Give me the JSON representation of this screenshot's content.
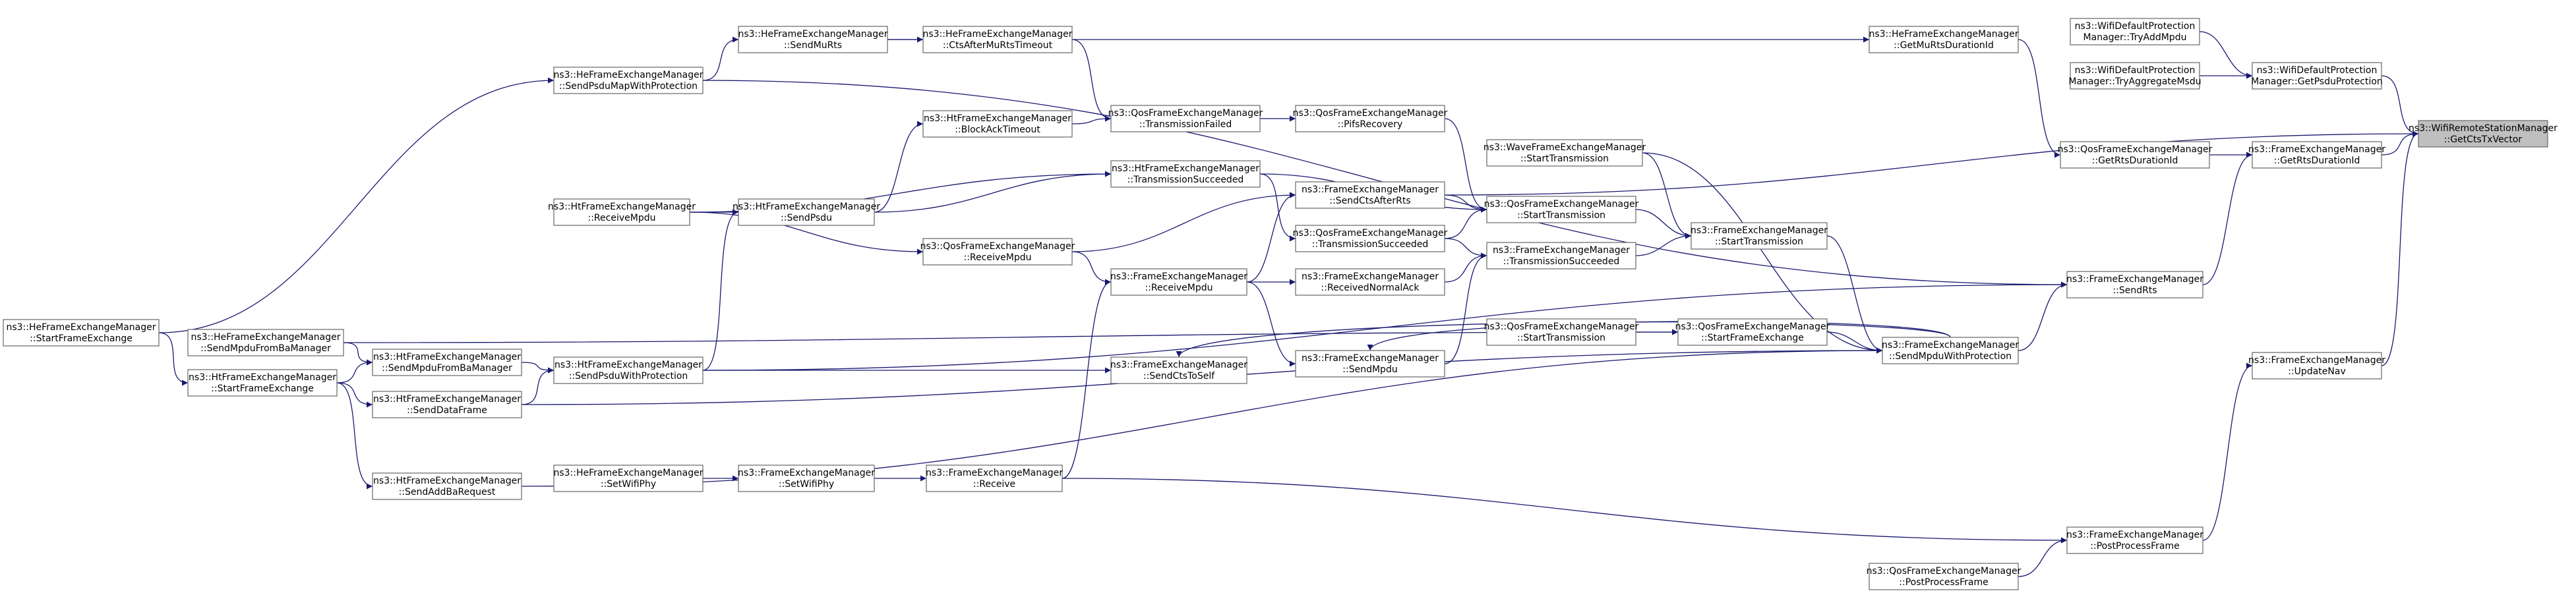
{
  "graph": {
    "nodes": [
      {
        "id": "n_getctstxvector",
        "target": true,
        "l1": "ns3::WifiRemoteStationManager",
        "l2": "::GetCtsTxVector"
      },
      {
        "id": "n_wdp_getpsdu",
        "l1": "ns3::WifiDefaultProtection",
        "l2": "Manager::GetPsduProtection"
      },
      {
        "id": "n_wdp_tryaddmpdu",
        "l1": "ns3::WifiDefaultProtection",
        "l2": "Manager::TryAddMpdu"
      },
      {
        "id": "n_wdp_tryaggr",
        "l1": "ns3::WifiDefaultProtection",
        "l2": "Manager::TryAggregateMsdu"
      },
      {
        "id": "n_fem_getrtsdur",
        "l1": "ns3::FrameExchangeManager",
        "l2": "::GetRtsDurationId"
      },
      {
        "id": "n_qfem_getrtsdur",
        "l1": "ns3::QosFrameExchangeManager",
        "l2": "::GetRtsDurationId"
      },
      {
        "id": "n_hefem_getmurtsdur",
        "l1": "ns3::HeFrameExchangeManager",
        "l2": "::GetMuRtsDurationId"
      },
      {
        "id": "n_fem_sendrts",
        "l1": "ns3::FrameExchangeManager",
        "l2": "::SendRts"
      },
      {
        "id": "n_fem_updatenav",
        "l1": "ns3::FrameExchangeManager",
        "l2": "::UpdateNav"
      },
      {
        "id": "n_fem_sendmpduwp",
        "l1": "ns3::FrameExchangeManager",
        "l2": "::SendMpduWithProtection"
      },
      {
        "id": "n_fem_postproc",
        "l1": "ns3::FrameExchangeManager",
        "l2": "::PostProcessFrame"
      },
      {
        "id": "n_qfem_postproc",
        "l1": "ns3::QosFrameExchangeManager",
        "l2": "::PostProcessFrame"
      },
      {
        "id": "n_wave_starttx",
        "l1": "ns3::WaveFrameExchangeManager",
        "l2": "::StartTransmission"
      },
      {
        "id": "n_fem_starttx",
        "l1": "ns3::FrameExchangeManager",
        "l2": "::StartTransmission"
      },
      {
        "id": "n_qfem_starttx",
        "l1": "ns3::QosFrameExchangeManager",
        "l2": "::StartTransmission"
      },
      {
        "id": "n_fem_txsucc",
        "l1": "ns3::FrameExchangeManager",
        "l2": "::TransmissionSucceeded"
      },
      {
        "id": "n_qfem_startfe",
        "l1": "ns3::QosFrameExchangeManager",
        "l2": "::StartFrameExchange"
      },
      {
        "id": "n_qfem_starttx2",
        "l1": "ns3::QosFrameExchangeManager",
        "l2": "::StartTransmission"
      },
      {
        "id": "n_fem_sendctsafterrts",
        "l1": "ns3::FrameExchangeManager",
        "l2": "::SendCtsAfterRts"
      },
      {
        "id": "n_qfem_txsucc",
        "l1": "ns3::QosFrameExchangeManager",
        "l2": "::TransmissionSucceeded"
      },
      {
        "id": "n_fem_recvnormalack",
        "l1": "ns3::FrameExchangeManager",
        "l2": "::ReceivedNormalAck"
      },
      {
        "id": "n_fem_sendmpdu",
        "l1": "ns3::FrameExchangeManager",
        "l2": "::SendMpdu"
      },
      {
        "id": "n_qfem_pifsrecovery",
        "l1": "ns3::QosFrameExchangeManager",
        "l2": "::PifsRecovery"
      },
      {
        "id": "n_qfem_txfailed",
        "l1": "ns3::QosFrameExchangeManager",
        "l2": "::TransmissionFailed"
      },
      {
        "id": "n_htfem_txsucc",
        "l1": "ns3::HtFrameExchangeManager",
        "l2": "::TransmissionSucceeded"
      },
      {
        "id": "n_fem_recvmpdu",
        "l1": "ns3::FrameExchangeManager",
        "l2": "::ReceiveMpdu"
      },
      {
        "id": "n_fem_sendctstoself",
        "l1": "ns3::FrameExchangeManager",
        "l2": "::SendCtsToSelf"
      },
      {
        "id": "n_hefem_ctsaftermurts",
        "l1": "ns3::HeFrameExchangeManager",
        "l2": "::CtsAfterMuRtsTimeout"
      },
      {
        "id": "n_htfem_blockacktimeout",
        "l1": "ns3::HtFrameExchangeManager",
        "l2": "::BlockAckTimeout"
      },
      {
        "id": "n_qfem_recvmpdu",
        "l1": "ns3::QosFrameExchangeManager",
        "l2": "::ReceiveMpdu"
      },
      {
        "id": "n_fem_receive",
        "l1": "ns3::FrameExchangeManager",
        "l2": "::Receive"
      },
      {
        "id": "n_hefem_sendmurts",
        "l1": "ns3::HeFrameExchangeManager",
        "l2": "::SendMuRts"
      },
      {
        "id": "n_htfem_sendpsdu",
        "l1": "ns3::HtFrameExchangeManager",
        "l2": "::SendPsdu"
      },
      {
        "id": "n_fem_setwifiphy",
        "l1": "ns3::FrameExchangeManager",
        "l2": "::SetWifiPhy"
      },
      {
        "id": "n_hefem_sendpsdumap",
        "l1": "ns3::HeFrameExchangeManager",
        "l2": "::SendPsduMapWithProtection"
      },
      {
        "id": "n_htfem_recvmpdu",
        "l1": "ns3::HtFrameExchangeManager",
        "l2": "::ReceiveMpdu"
      },
      {
        "id": "n_htfem_sendpsduwp",
        "l1": "ns3::HtFrameExchangeManager",
        "l2": "::SendPsduWithProtection"
      },
      {
        "id": "n_hefem_setwifiphy",
        "l1": "ns3::HeFrameExchangeManager",
        "l2": "::SetWifiPhy"
      },
      {
        "id": "n_htfem_sendmpdufromba",
        "l1": "ns3::HtFrameExchangeManager",
        "l2": "::SendMpduFromBaManager"
      },
      {
        "id": "n_htfem_senddataframe",
        "l1": "ns3::HtFrameExchangeManager",
        "l2": "::SendDataFrame"
      },
      {
        "id": "n_htfem_sendaddbareq",
        "l1": "ns3::HtFrameExchangeManager",
        "l2": "::SendAddBaRequest"
      },
      {
        "id": "n_hefem_sendmpdufromba",
        "l1": "ns3::HeFrameExchangeManager",
        "l2": "::SendMpduFromBaManager"
      },
      {
        "id": "n_htfem_startfe",
        "l1": "ns3::HtFrameExchangeManager",
        "l2": "::StartFrameExchange"
      },
      {
        "id": "n_hefem_startfe",
        "l1": "ns3::HeFrameExchangeManager",
        "l2": "::StartFrameExchange"
      }
    ]
  }
}
